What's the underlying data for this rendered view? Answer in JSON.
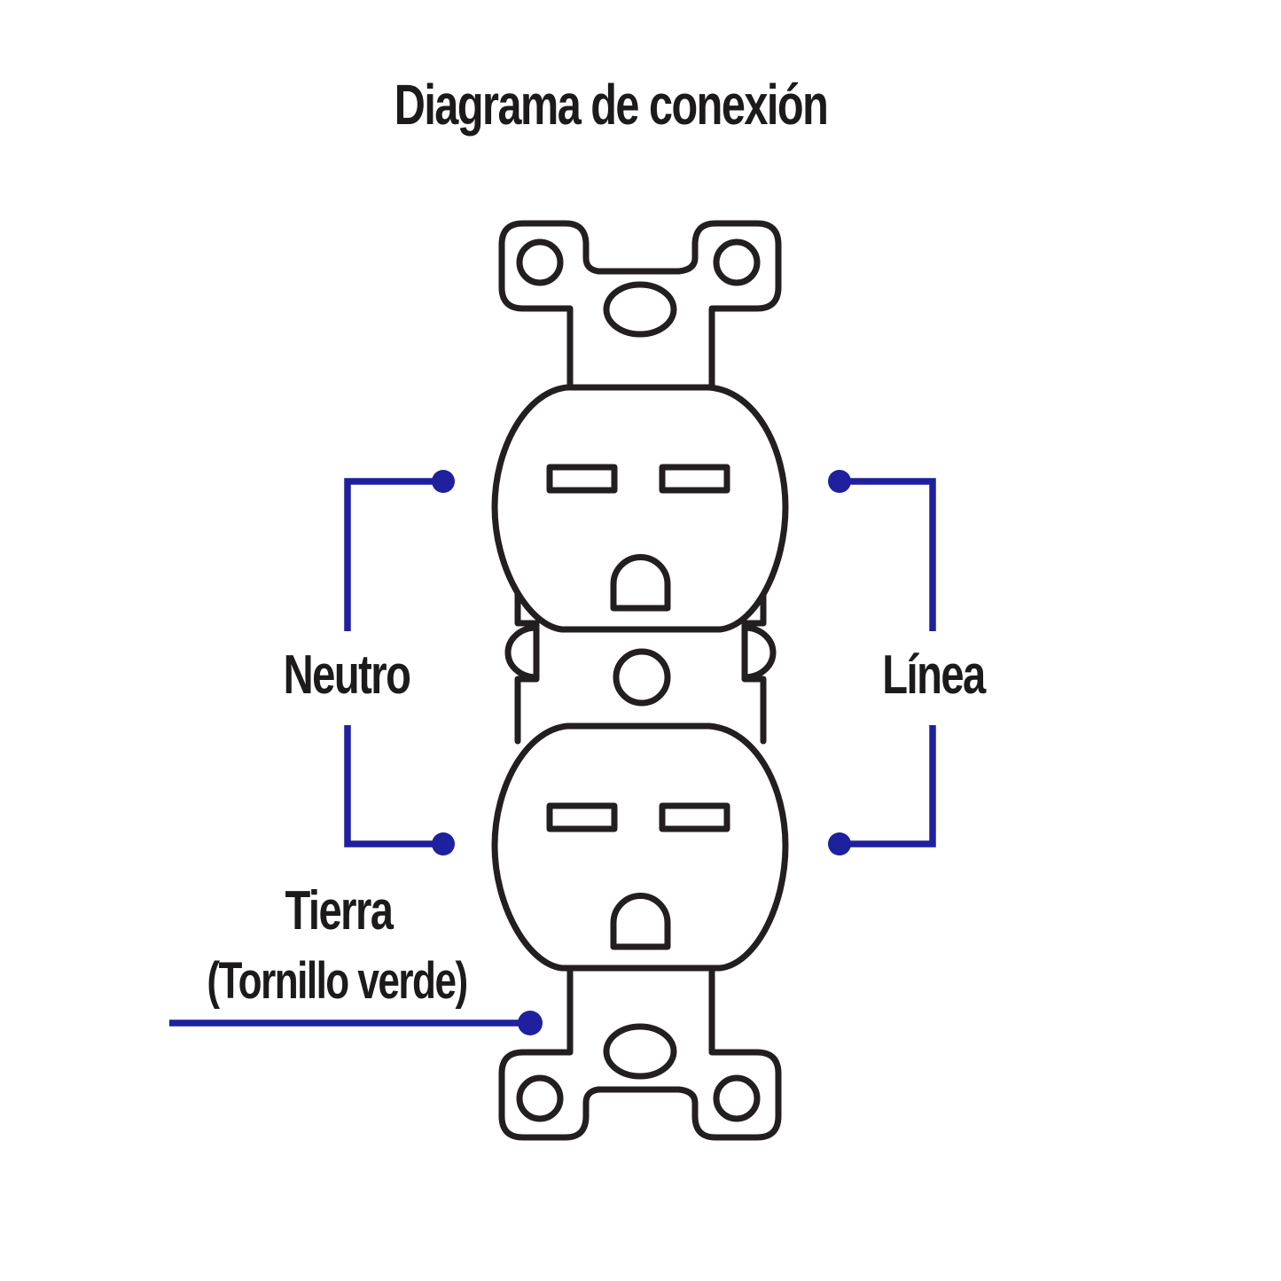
{
  "title": "Diagrama de conexión",
  "diagram": {
    "labels": {
      "neutral": "Neutro",
      "line": "Línea",
      "ground": "Tierra",
      "ground_note": "(Tornillo verde)"
    }
  },
  "colors": {
    "background": "#ffffff",
    "outline": "#231f20",
    "accent_blue": "#1e209e",
    "text": "#1c1a1b"
  }
}
